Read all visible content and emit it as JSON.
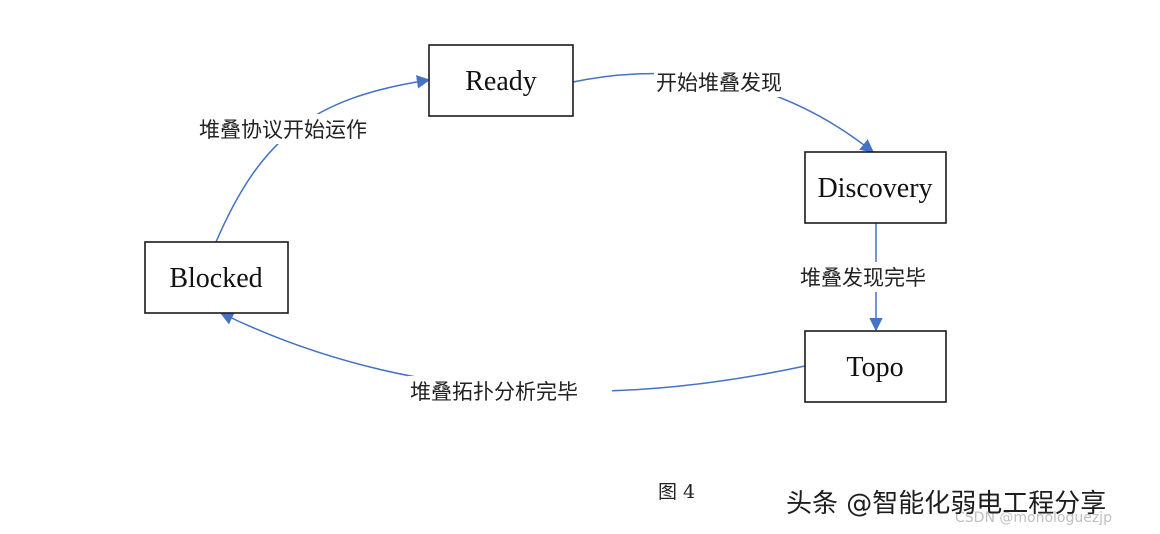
{
  "nodes": {
    "ready": "Ready",
    "discovery": "Discovery",
    "topo": "Topo",
    "blocked": "Blocked"
  },
  "edges": {
    "ready_to_discovery": "开始堆叠发现",
    "discovery_to_topo": "堆叠发现完毕",
    "topo_to_blocked": "堆叠拓扑分析完毕",
    "blocked_to_ready": "堆叠协议开始运作"
  },
  "caption": "图 4",
  "watermark": {
    "main": "头条 @智能化弱电工程分享",
    "faint": "CSDN @monologuezjp"
  },
  "colors": {
    "edge": "#4472c4",
    "box_border": "#1a1a1a"
  }
}
